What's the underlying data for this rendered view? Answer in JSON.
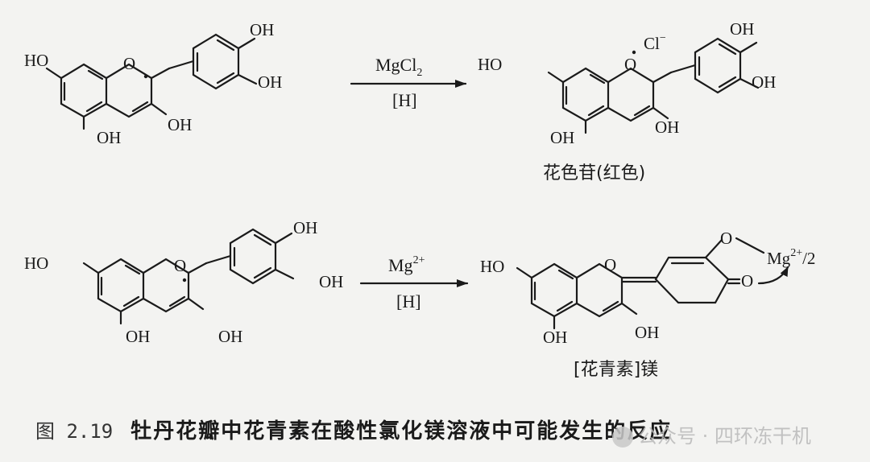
{
  "reactions": [
    {
      "reactant": {
        "labels": [
          "HO",
          "OH",
          "OH",
          "OH",
          "OH"
        ],
        "ring_o": "O"
      },
      "arrow": {
        "top_base": "MgCl",
        "top_sub": "2",
        "bottom": "[H]"
      },
      "product": {
        "labels": [
          "HO",
          "OH",
          "OH",
          "OH",
          "OH"
        ],
        "ring_o": "O",
        "counterion_base": "Cl",
        "counterion_sup": "−",
        "name": "花色苷(红色)"
      }
    },
    {
      "reactant": {
        "labels": [
          "HO",
          "OH",
          "OH",
          "OH",
          "OH"
        ],
        "ring_o": "O"
      },
      "arrow": {
        "top_base": "Mg",
        "top_sup": "2+",
        "bottom": "[H]"
      },
      "product": {
        "labels": [
          "HO",
          "OH",
          "OH"
        ],
        "ring_o": "O",
        "chelate_o1": "O",
        "chelate_o2": "O",
        "metal_base": "Mg",
        "metal_sup": "2+",
        "metal_tail": "/2",
        "name": "[花青素]镁"
      }
    }
  ],
  "caption": {
    "number": "图 2.19",
    "text": "牡丹花瓣中花青素在酸性氯化镁溶液中可能发生的反应"
  },
  "watermark": "公众号 · 四环冻干机"
}
